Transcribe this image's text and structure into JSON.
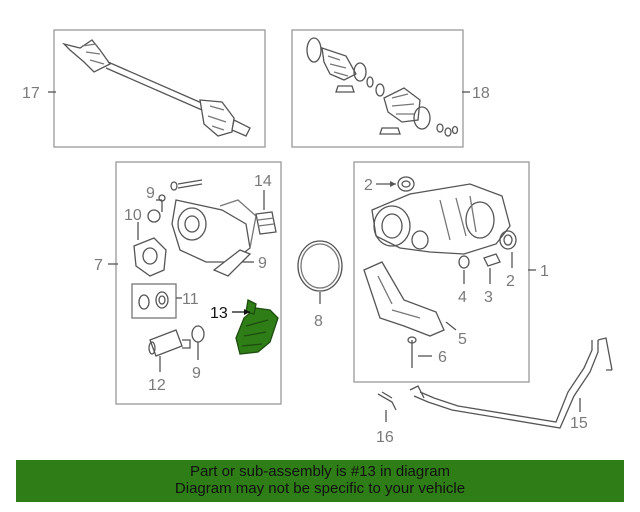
{
  "diagram": {
    "callouts": {
      "c1": "1",
      "c2a": "2",
      "c2b": "2",
      "c3": "3",
      "c4": "4",
      "c5": "5",
      "c6": "6",
      "c7": "7",
      "c8": "8",
      "c9a": "9",
      "c9b": "9",
      "c9c": "9",
      "c10": "10",
      "c11": "11",
      "c12": "12",
      "c13": "13",
      "c14": "14",
      "c15": "15",
      "c16": "16",
      "c17": "17",
      "c18": "18"
    },
    "highlighted_part": "13",
    "highlight_color": "#2e7d16"
  },
  "banner": {
    "line1": "Part or sub-assembly is #13 in diagram",
    "line2": "Diagram may not be specific to your vehicle",
    "background": "#2e7d16"
  }
}
